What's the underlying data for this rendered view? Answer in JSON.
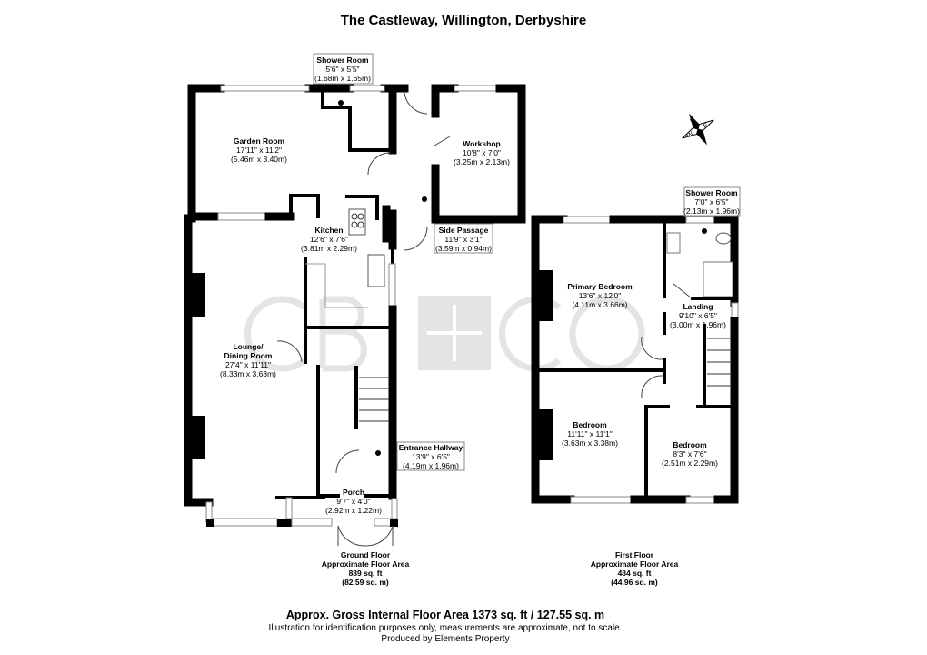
{
  "title": "The Castleway, Willington, Derbyshire",
  "watermark": {
    "left": "CB",
    "right": "CO"
  },
  "compass": {
    "n": "N",
    "e": "E",
    "s": "S",
    "w": "W"
  },
  "ground_floor": {
    "rooms": [
      {
        "name": "Shower Room",
        "imperial": "5'6\" x 5'5\"",
        "metric": "(1.68m x 1.65m)"
      },
      {
        "name": "Garden Room",
        "imperial": "17'11\" x 11'2\"",
        "metric": "(5.46m x 3.40m)"
      },
      {
        "name": "Workshop",
        "imperial": "10'8\" x 7'0\"",
        "metric": "(3.25m x 2.13m)"
      },
      {
        "name": "Kitchen",
        "imperial": "12'6\" x 7'6\"",
        "metric": "(3.81m x 2.29m)"
      },
      {
        "name": "Side Passage",
        "imperial": "11'9\" x 3'1\"",
        "metric": "(3.59m x 0.94m)"
      },
      {
        "name": "Lounge/",
        "name2": "Dining Room",
        "imperial": "27'4\" x 11'11\"",
        "metric": "(8.33m x 3.63m)"
      },
      {
        "name": "Entrance Hallway",
        "imperial": "13'9\" x 6'5\"",
        "metric": "(4.19m x 1.96m)"
      },
      {
        "name": "Porch",
        "imperial": "9'7\" x 4'0\"",
        "metric": "(2.92m x 1.22m)"
      }
    ],
    "label": "Ground Floor",
    "area_label": "Approximate Floor Area",
    "area_sqft": "889 sq. ft",
    "area_sqm": "(82.59 sq. m)"
  },
  "first_floor": {
    "rooms": [
      {
        "name": "Shower Room",
        "imperial": "7'0\" x 6'5\"",
        "metric": "(2.13m x 1.96m)"
      },
      {
        "name": "Primary Bedroom",
        "imperial": "13'6\" x 12'0\"",
        "metric": "(4.11m x 3.66m)"
      },
      {
        "name": "Landing",
        "imperial": "9'10\" x 6'5\"",
        "metric": "(3.00m x 1.96m)"
      },
      {
        "name": "Bedroom",
        "imperial": "11'11\" x 11'1\"",
        "metric": "(3.63m x 3.38m)"
      },
      {
        "name": "Bedroom",
        "imperial": "8'3\" x 7'6\"",
        "metric": "(2.51m x 2.29m)"
      }
    ],
    "label": "First Floor",
    "area_label": "Approximate Floor Area",
    "area_sqft": "484 sq. ft",
    "area_sqm": "(44.96 sq. m)"
  },
  "footer": {
    "gross_area": "Approx. Gross Internal Floor Area 1373 sq. ft / 127.55 sq. m",
    "disclaimer": "Illustration for identification purposes only, measurements are approximate, not to scale.",
    "credit": "Produced by Elements Property"
  }
}
